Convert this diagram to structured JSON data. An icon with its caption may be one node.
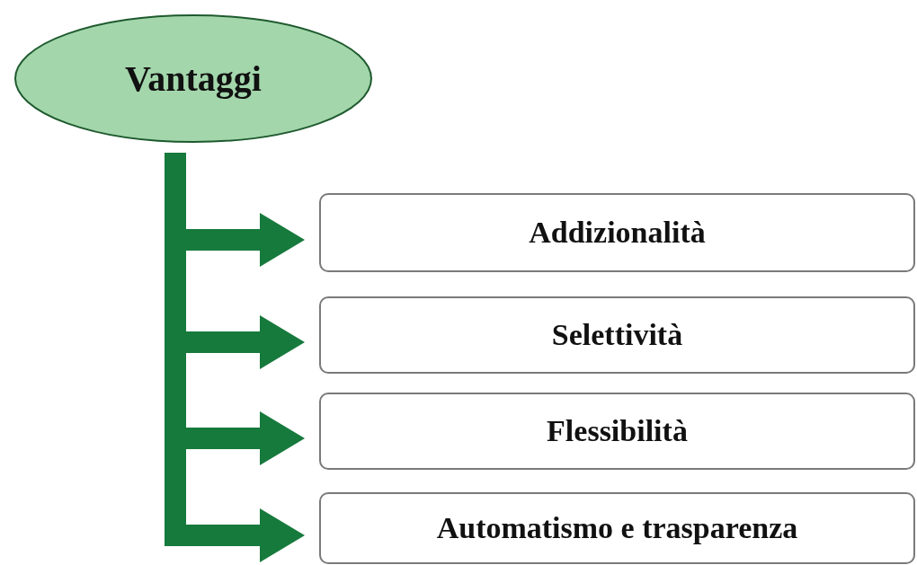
{
  "diagram": {
    "nodes": [
      {
        "text": [
          "Vantaggi"
        ]
      },
      {
        "text": [
          "Addizionalità"
        ]
      },
      {
        "text": [
          "Selettività"
        ]
      },
      {
        "text": [
          "Flessibilità"
        ]
      },
      {
        "text": [
          "Automatismo e trasparenza"
        ]
      }
    ],
    "edges": [
      {
        "from": 0,
        "to": 1,
        "arrow": "to"
      },
      {
        "from": 0,
        "to": 2,
        "arrow": "to"
      },
      {
        "from": 0,
        "to": 3,
        "arrow": "to"
      },
      {
        "from": 0,
        "to": 4,
        "arrow": "to"
      }
    ]
  }
}
